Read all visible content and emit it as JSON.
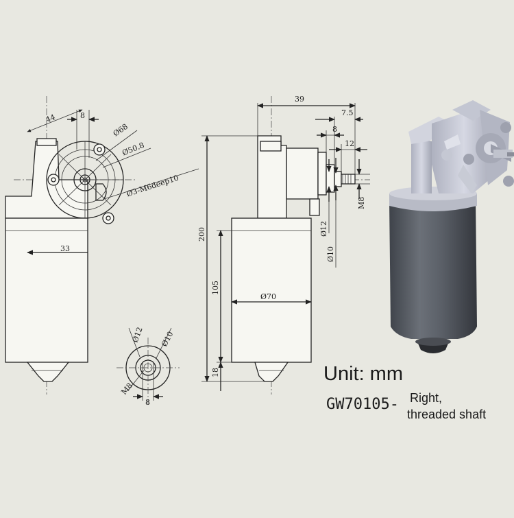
{
  "labels": {
    "unit": "Unit: mm",
    "model": "GW70105-",
    "desc_line1": "Right,",
    "desc_line2": "threaded shaft"
  },
  "dims": {
    "front": {
      "d44": "44",
      "d8": "8",
      "dia68": "Ø68",
      "dia508": "Ø50.8",
      "holes": "Ø3-M6deep10",
      "d33": "33"
    },
    "side": {
      "d39": "39",
      "d75": "7.5",
      "d8": "8",
      "d12": "12",
      "m8": "M8",
      "dia12": "Ø12",
      "dia10": "Ø10",
      "d200": "200",
      "d105": "105",
      "dia70": "Ø70",
      "d18": "18"
    },
    "end": {
      "dia12": "Ø12",
      "dia10": "Ø10",
      "m8": "M8",
      "d8": "8"
    }
  },
  "colors": {
    "background": "#e8e8e1",
    "motor_can": "#555a62",
    "gearbox": "#c9cbd6"
  }
}
